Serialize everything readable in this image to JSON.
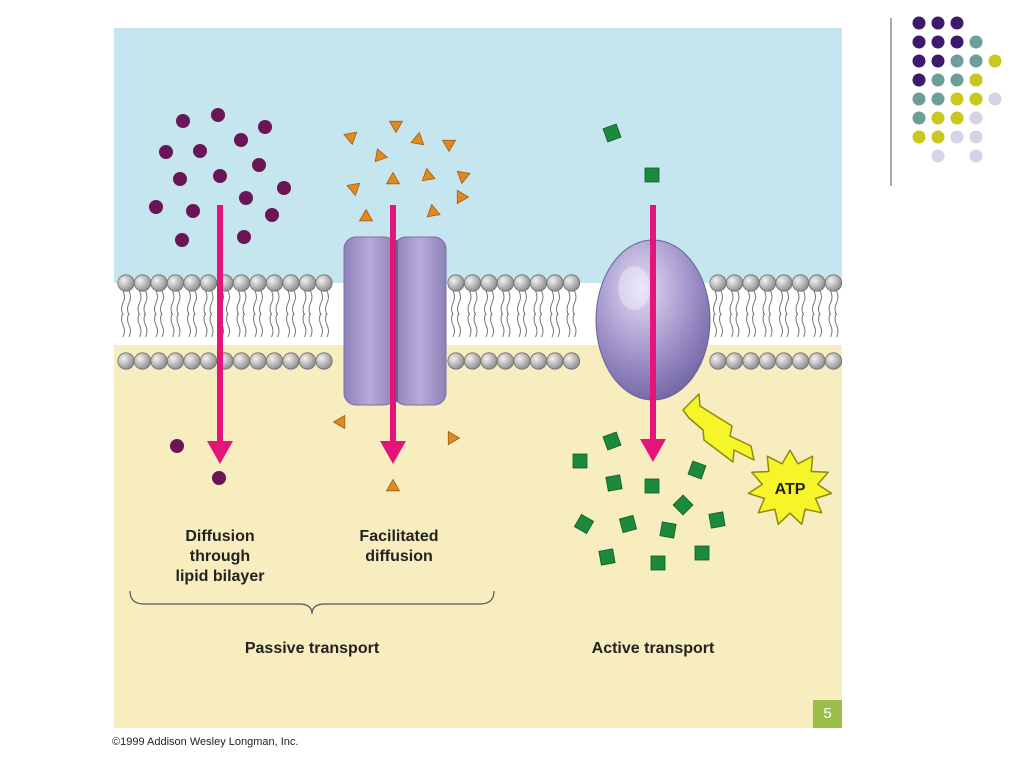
{
  "labels": {
    "diffusion_line1": "Diffusion",
    "diffusion_line2": "through",
    "diffusion_line3": "lipid bilayer",
    "facilitated_line1": "Facilitated",
    "facilitated_line2": "diffusion",
    "passive": "Passive transport",
    "active": "Active transport",
    "atp": "ATP"
  },
  "slide_number": "5",
  "copyright": "©1999 Addison Wesley Longman, Inc.",
  "colors": {
    "extracellular": "#c5e6ee",
    "intracellular": "#f7edbf",
    "molecule_purple": "#6b1556",
    "molecule_orange": "#e08a1f",
    "molecule_green": "#1c8a3d",
    "arrow": "#e3157a",
    "channel_protein": "#a99ccc",
    "pump_protein": "#9d8fc6",
    "atp_burst": "#f5f52a",
    "slide_number_bg": "#9cbf4a",
    "deco_purple": "#3d1a6e",
    "deco_teal": "#6e9e9a",
    "deco_yellow": "#c8c81e",
    "deco_lavender": "#d4d4e6"
  },
  "decoration_grid": [
    [
      "purple",
      "purple",
      "purple",
      "none"
    ],
    [
      "purple",
      "purple",
      "purple",
      "teal"
    ],
    [
      "purple",
      "purple",
      "teal",
      "teal",
      "yellow"
    ],
    [
      "purple",
      "teal",
      "teal",
      "yellow"
    ],
    [
      "teal",
      "teal",
      "yellow",
      "yellow",
      "lavender"
    ],
    [
      "teal",
      "yellow",
      "yellow",
      "lavender"
    ],
    [
      "yellow",
      "yellow",
      "lavender",
      "lavender"
    ],
    [
      "none",
      "lavender",
      "none",
      "lavender"
    ]
  ]
}
